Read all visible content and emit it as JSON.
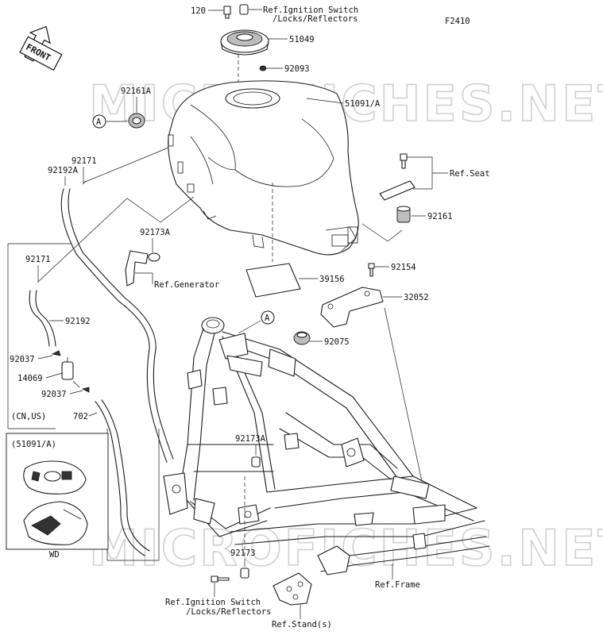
{
  "figure_code": "F2410",
  "front_label": "FRONT",
  "watermark": "MICROFICHES.NET",
  "callout_letter": "A",
  "parts": {
    "p120": "120",
    "p51049": "51049",
    "p92093": "92093",
    "p51091a": "51091/A",
    "p92161a": "92161A",
    "p92171_top": "92171",
    "p92192a": "92192A",
    "p92173a_top": "92173A",
    "p92171_left": "92171",
    "p92192": "92192",
    "p92037_top": "92037",
    "p14069": "14069",
    "p92037_bottom": "92037",
    "p702": "702",
    "p92161": "92161",
    "p92154": "92154",
    "p32052": "32052",
    "p39156": "39156",
    "p92075": "92075",
    "p92173a_mid": "92173A",
    "p92173": "92173"
  },
  "references": {
    "ign_top_line1": "Ref.Ignition Switch",
    "ign_top_line2": "/Locks/Reflectors",
    "seat": "Ref.Seat",
    "generator": "Ref.Generator",
    "frame": "Ref.Frame",
    "ign_bottom_line1": "Ref.Ignition Switch",
    "ign_bottom_line2": "/Locks/Reflectors",
    "stand": "Ref.Stand(s)"
  },
  "region_cn_us": "(CN,US)",
  "inset": {
    "title": "(51091/A)",
    "caption": "WD"
  }
}
